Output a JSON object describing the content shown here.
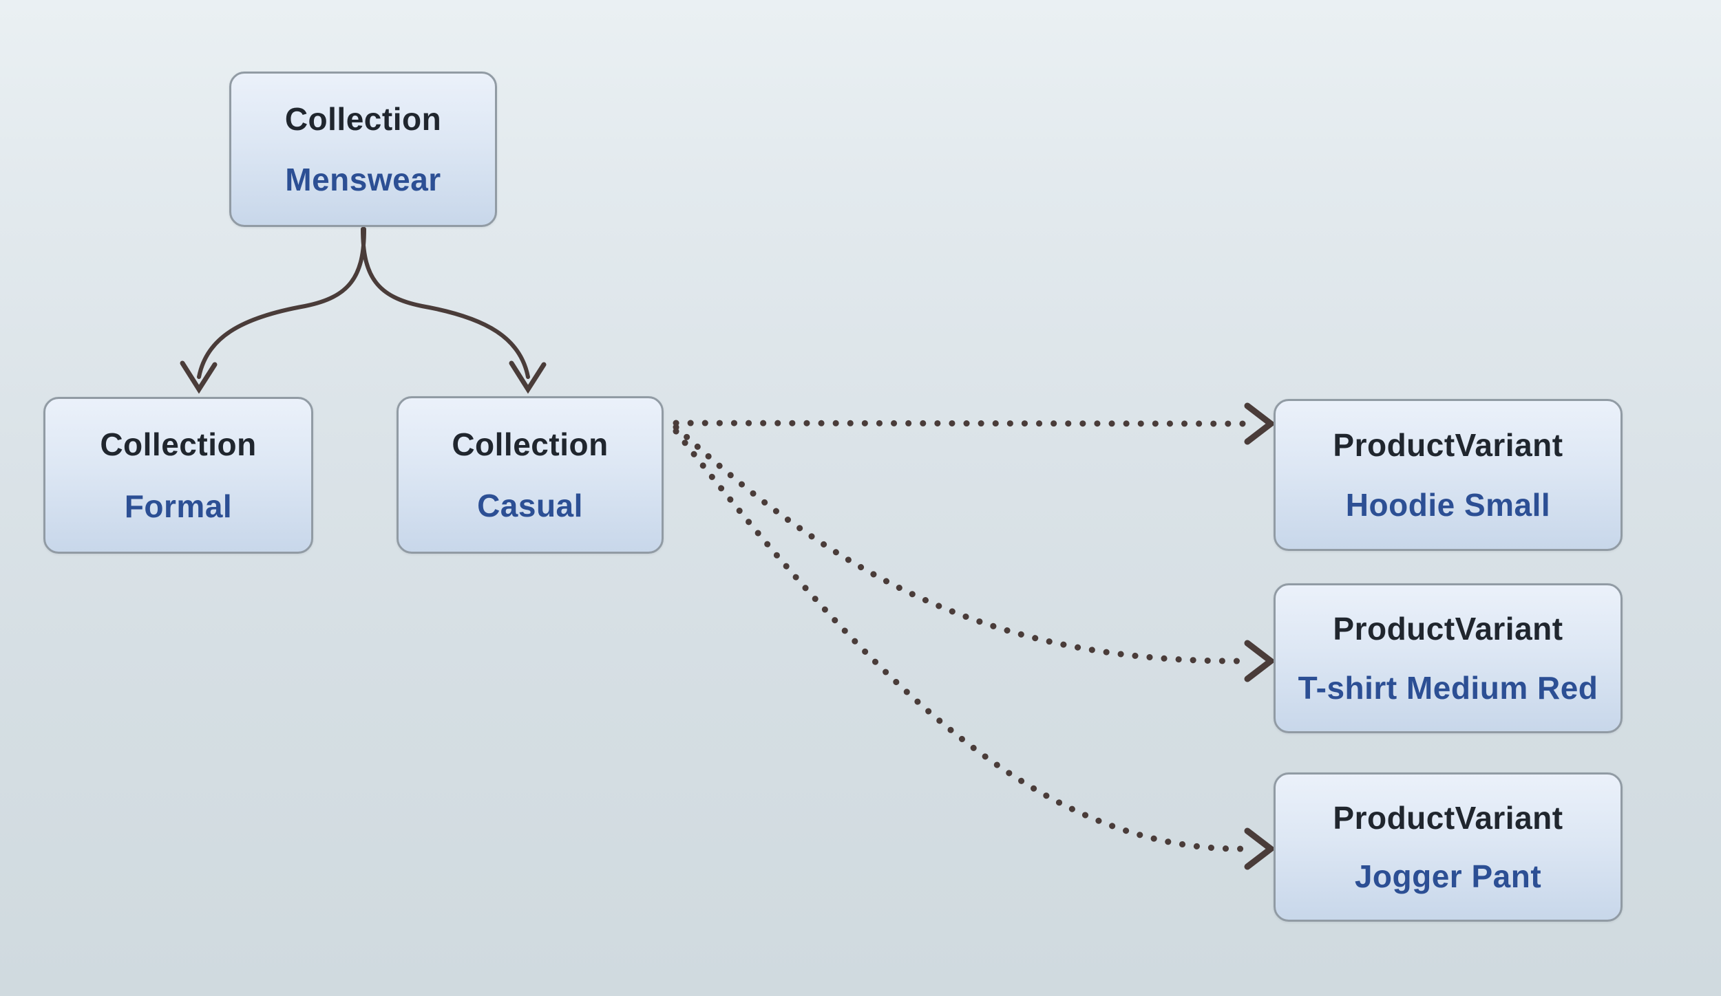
{
  "diagram": {
    "nodes": [
      {
        "id": "menswear",
        "type": "Collection",
        "name": "Menswear"
      },
      {
        "id": "formal",
        "type": "Collection",
        "name": "Formal"
      },
      {
        "id": "casual",
        "type": "Collection",
        "name": "Casual"
      },
      {
        "id": "hoodie",
        "type": "ProductVariant",
        "name": "Hoodie Small"
      },
      {
        "id": "tshirt",
        "type": "ProductVariant",
        "name": "T-shirt Medium Red"
      },
      {
        "id": "jogger",
        "type": "ProductVariant",
        "name": "Jogger Pant"
      }
    ],
    "edges": [
      {
        "from": "Menswear",
        "to": "Formal",
        "style": "solid"
      },
      {
        "from": "Menswear",
        "to": "Casual",
        "style": "solid"
      },
      {
        "from": "Casual",
        "to": "Hoodie Small",
        "style": "dotted"
      },
      {
        "from": "Casual",
        "to": "T-shirt Medium Red",
        "style": "dotted"
      },
      {
        "from": "Casual",
        "to": "Jogger Pant",
        "style": "dotted"
      }
    ],
    "colors": {
      "node_fill_top": "#ebf1fa",
      "node_fill_bottom": "#c8d7ea",
      "node_border": "#919ba4",
      "type_text": "#20262e",
      "name_text": "#2c4f94",
      "arrow": "#4a3c39",
      "background_top": "#eaf0f3",
      "background_bottom": "#d0dadf"
    }
  }
}
